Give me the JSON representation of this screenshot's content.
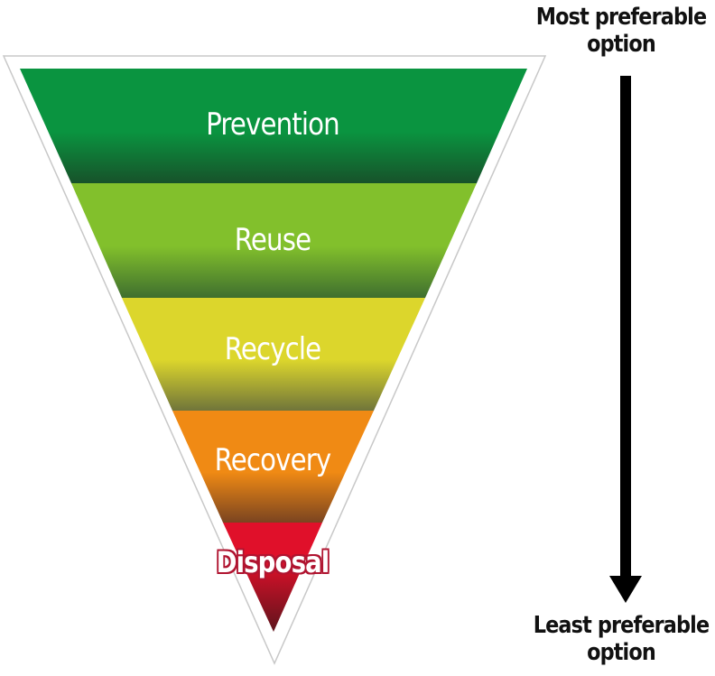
{
  "tiers": [
    {
      "label": "Prevention",
      "color_top": "#0a9440",
      "color_bottom": "#17522a"
    },
    {
      "label": "Reuse",
      "color_top": "#82c02c",
      "color_bottom": "#3f6f2e"
    },
    {
      "label": "Recycle",
      "color_top": "#dcd62c",
      "color_bottom": "#70753a"
    },
    {
      "label": "Recovery",
      "color_top": "#f08a14",
      "color_bottom": "#7a4420"
    },
    {
      "label": "Disposal",
      "color_top": "#e0102a",
      "color_bottom": "#5e141c"
    }
  ],
  "scale": {
    "top_line1": "Most preferable",
    "top_line2": "option",
    "bottom_line1": "Least preferable",
    "bottom_line2": "option",
    "arrow_color": "#000000"
  }
}
